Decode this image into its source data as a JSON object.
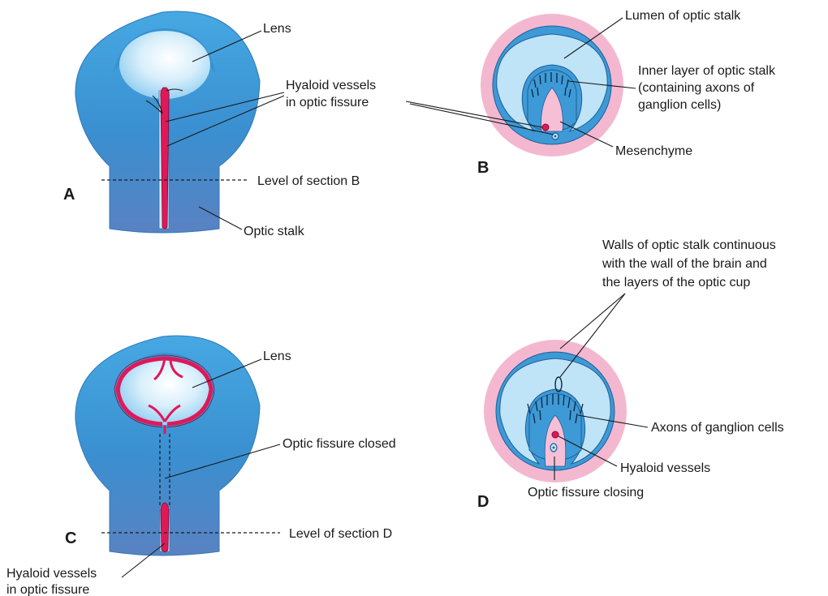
{
  "panels": {
    "A": {
      "letter": "A",
      "labels": {
        "lens": "Lens",
        "hyaloid_line1": "Hyaloid vessels",
        "hyaloid_line2": "in optic fissure",
        "level": "Level of section B",
        "stalk": "Optic stalk"
      }
    },
    "B": {
      "letter": "B",
      "labels": {
        "lumen": "Lumen of optic stalk",
        "inner_line1": "Inner layer of optic stalk",
        "inner_line2": "(containing axons of",
        "inner_line3": "ganglion cells)",
        "mesenchyme": "Mesenchyme"
      }
    },
    "C": {
      "letter": "C",
      "labels": {
        "lens": "Lens",
        "fissure_closed": "Optic fissure closed",
        "level": "Level of section D",
        "hyaloid_line1": "Hyaloid vessels",
        "hyaloid_line2": "in optic fissure"
      }
    },
    "D": {
      "letter": "D",
      "labels": {
        "walls_line1": "Walls of optic stalk continuous",
        "walls_line2": "with the wall of the brain and",
        "walls_line3": "the layers of the optic cup",
        "axons": "Axons of ganglion cells",
        "hyaloid": "Hyaloid vessels",
        "fissure_closing": "Optic fissure closing"
      }
    }
  },
  "colors": {
    "cup_blue": "#3d9ad6",
    "cup_light": "#bfe3f7",
    "stalk_blue": "#5b8ec9",
    "vessel_red": "#e0185a",
    "mesenchyme_pink": "#f6bfd6",
    "ring_pink": "#f3b8d0"
  }
}
